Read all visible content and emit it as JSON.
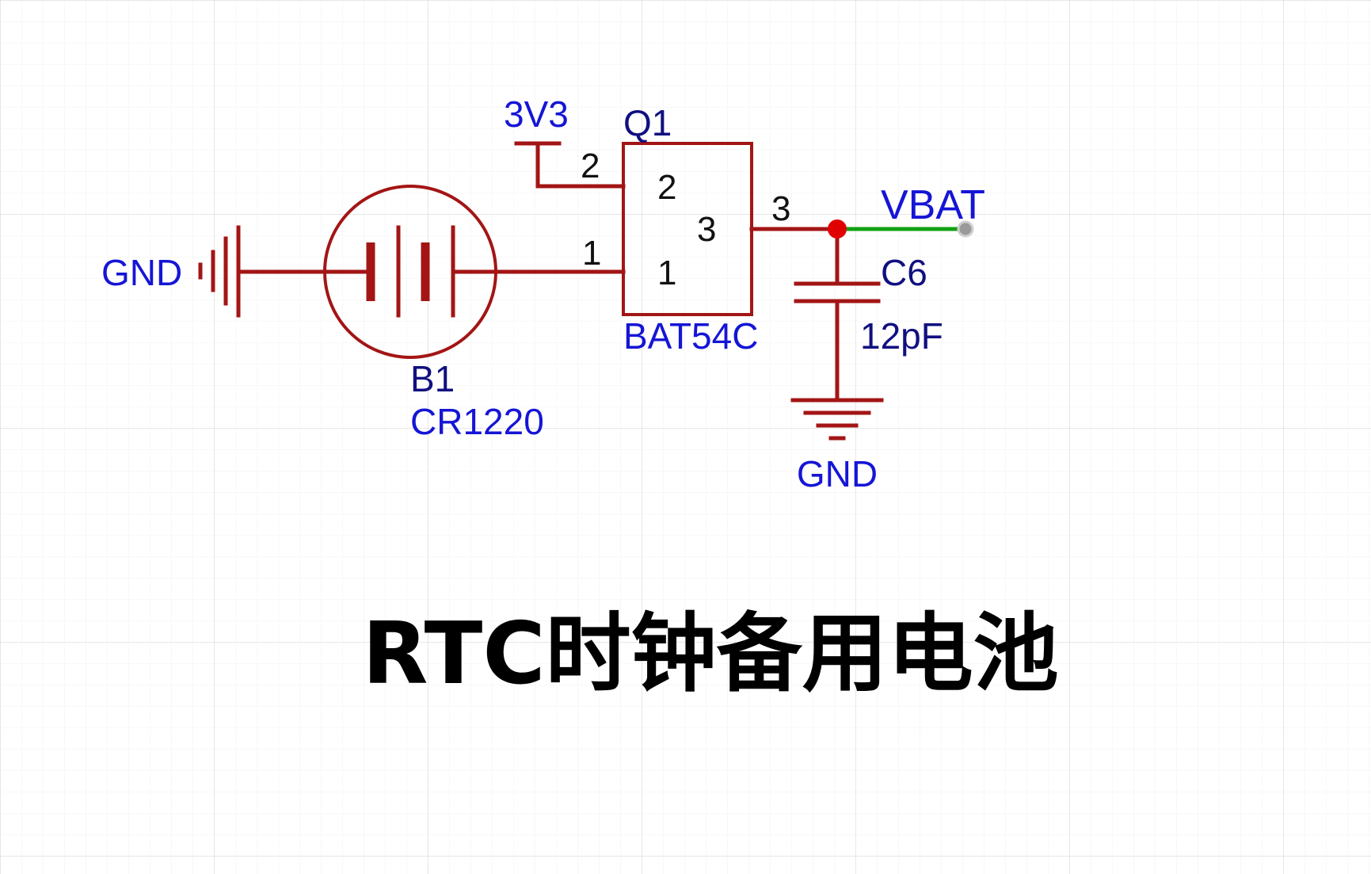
{
  "title": "RTC时钟备用电池",
  "battery": {
    "ref": "B1",
    "value": "CR1220",
    "net_left": "GND"
  },
  "diode": {
    "ref": "Q1",
    "value": "BAT54C",
    "pin1_outer": "1",
    "pin1_inner": "1",
    "pin2_outer": "2",
    "pin2_inner": "2",
    "pin3_outer": "3",
    "pin3_inner": "3",
    "supply_net": "3V3"
  },
  "capacitor": {
    "ref": "C6",
    "value": "12pF",
    "net_bottom": "GND"
  },
  "output_net": "VBAT",
  "colors": {
    "wire": "#a31515",
    "net_label": "#1515d6",
    "designator": "#101080",
    "net_wire": "#12a012",
    "junction": "#e00000",
    "grid": "#e6e6e6"
  }
}
